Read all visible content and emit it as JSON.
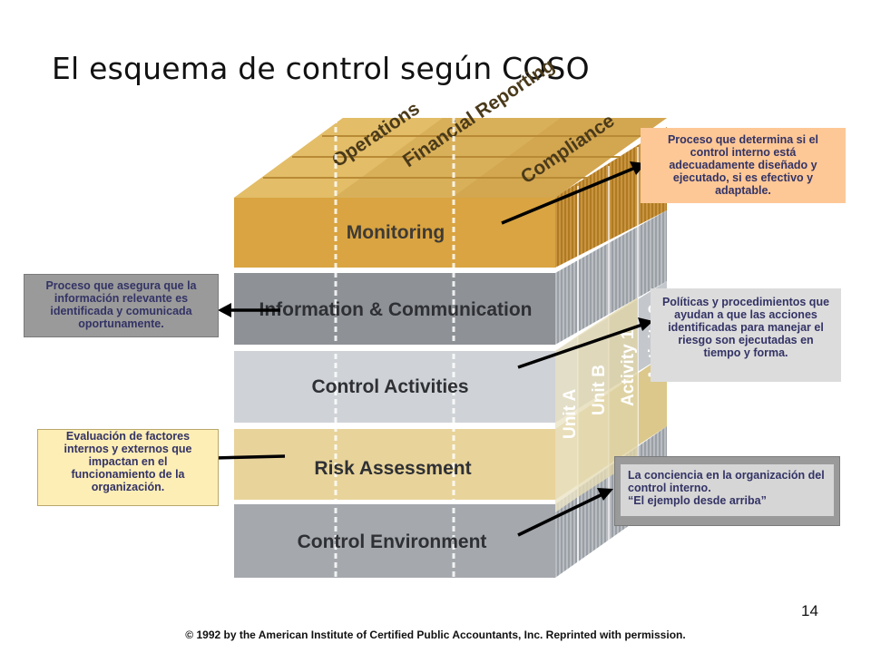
{
  "title": "El esquema de control según COSO",
  "cube": {
    "top_labels": [
      "Operations",
      "Financial Reporting",
      "Compliance"
    ],
    "components": [
      "Monitoring",
      "Information & Communication",
      "Control Activities",
      "Risk Assessment",
      "Control Environment"
    ],
    "side_labels": [
      "Unit A",
      "Unit B",
      "Activity 1",
      "Activity 2"
    ]
  },
  "callouts": {
    "monitoring": "Proceso que determina si el control interno está adecuadamente diseñado y ejecutado, si es efectivo y adaptable.",
    "information": "Proceso que asegura que la información relevante es identificada y comunicada oportunamente.",
    "control_activities": "Políticas y procedimientos que ayudan a que las acciones identificadas para manejar el riesgo son ejecutadas en tiempo y forma.",
    "risk": "Evaluación de factores internos y externos que impactan en el funcionamiento de la organización.",
    "environment_line1": "La conciencia en la organización del control interno.",
    "environment_line2": "“El ejemplo desde arriba”"
  },
  "page_number": "14",
  "footer": "© 1992 by the American Institute of Certified Public Accountants, Inc. Reprinted with permission.",
  "colors": {
    "monitoring": "#d9a441",
    "information": "#8e9196",
    "control_activities": "#cfd2d6",
    "risk": "#e8d39a",
    "environment": "#a5a8ad"
  }
}
